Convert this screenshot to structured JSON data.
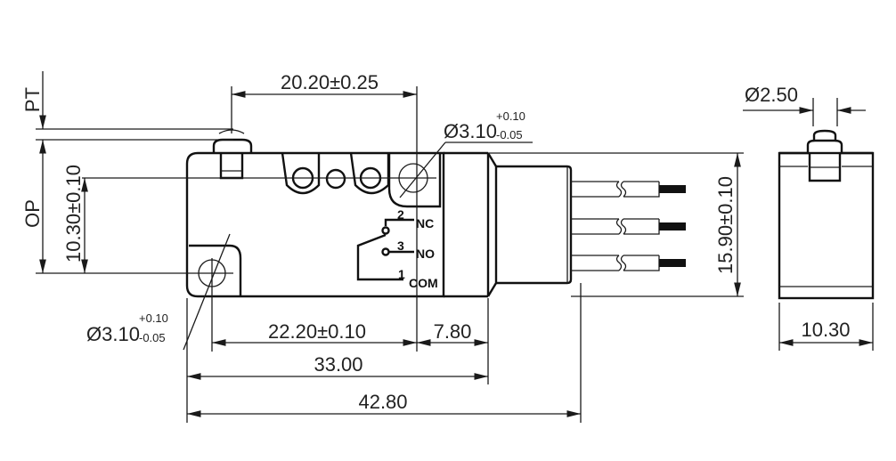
{
  "drawing": {
    "labels": {
      "pt": "PT",
      "op": "OP",
      "op_dim": "10.30±0.10",
      "actuator_pos": "20.20±0.25",
      "hole_top": "Ø3.10",
      "hole_top_plus": "+0.10",
      "hole_top_minus": "-0.05",
      "hole_bottom": "Ø3.10",
      "hole_bottom_plus": "+0.10",
      "hole_bottom_minus": "-0.05",
      "hole_spacing": "22.20±0.10",
      "collar": "7.80",
      "body_length": "33.00",
      "overall_length": "42.80",
      "height": "15.90±0.10",
      "plunger_dia": "Ø2.50",
      "width": "10.30"
    },
    "terminals": [
      {
        "num": "2",
        "name": "NC"
      },
      {
        "num": "3",
        "name": "NO"
      },
      {
        "num": "1",
        "name": "COM"
      }
    ]
  }
}
